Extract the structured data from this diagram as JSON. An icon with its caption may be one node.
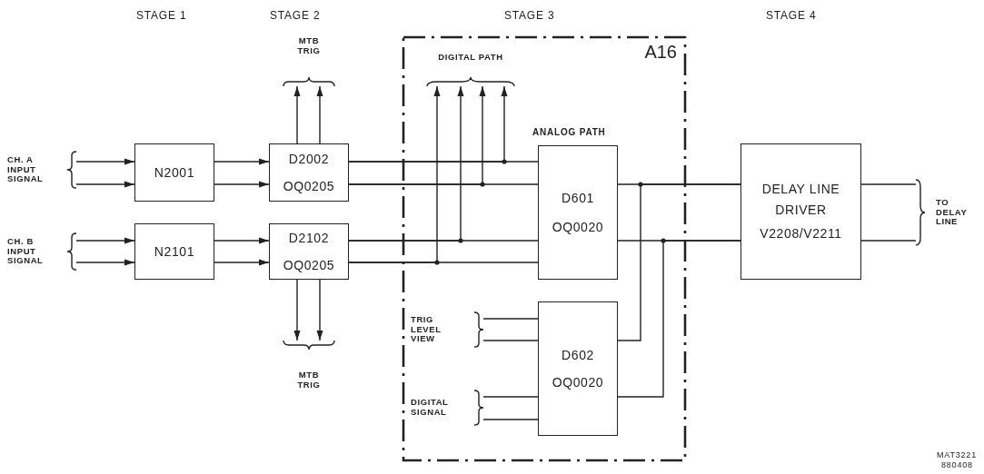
{
  "diagram": {
    "nodes": [
      {
        "text": [
          "CH. A INPUT SIGNAL"
        ]
      },
      {
        "text": [
          "N2001"
        ]
      },
      {
        "text": [
          "D2002",
          "OQ0205"
        ]
      },
      {
        "text": [
          "MTB TRIG"
        ]
      },
      {
        "text": [
          "CH. B INPUT SIGNAL"
        ]
      },
      {
        "text": [
          "N2101"
        ]
      },
      {
        "text": [
          "D2102",
          "OQ0205"
        ]
      },
      {
        "text": [
          "MTB TRIG"
        ]
      },
      {
        "text": [
          "A16"
        ]
      },
      {
        "text": [
          "DIGITAL PATH"
        ],
        "in": 8
      },
      {
        "text": [
          "ANALOG PATH",
          "D601",
          "OQ0020"
        ],
        "in": 8
      },
      {
        "text": [
          "TRIG LEVEL VIEW"
        ],
        "in": 8
      },
      {
        "text": [
          "D602",
          "OQ0020"
        ],
        "in": 8
      },
      {
        "text": [
          "DIGITAL SIGNAL"
        ],
        "in": 8
      },
      {
        "text": [
          "DELAY LINE DRIVER",
          "V2208/V2211"
        ]
      },
      {
        "text": [
          "TO DELAY LINE"
        ]
      }
    ],
    "edges": [
      {
        "from": 0,
        "to": 1,
        "arrow": "to"
      },
      {
        "from": 0,
        "to": 1,
        "arrow": "to"
      },
      {
        "from": 4,
        "to": 5,
        "arrow": "to"
      },
      {
        "from": 4,
        "to": 5,
        "arrow": "to"
      },
      {
        "from": 1,
        "to": 2,
        "arrow": "to"
      },
      {
        "from": 1,
        "to": 2,
        "arrow": "to"
      },
      {
        "from": 5,
        "to": 6,
        "arrow": "to"
      },
      {
        "from": 5,
        "to": 6,
        "arrow": "to"
      },
      {
        "from": 2,
        "to": 3,
        "arrow": "to"
      },
      {
        "from": 2,
        "to": 3,
        "arrow": "to"
      },
      {
        "from": 6,
        "to": 7,
        "arrow": "to"
      },
      {
        "from": 6,
        "to": 7,
        "arrow": "to"
      },
      {
        "from": 2,
        "to": 10,
        "arrow": "none"
      },
      {
        "from": 2,
        "to": 10,
        "arrow": "none"
      },
      {
        "from": 6,
        "to": 10,
        "arrow": "none"
      },
      {
        "from": 6,
        "to": 10,
        "arrow": "none"
      },
      {
        "from": 6,
        "to": 9,
        "arrow": "to"
      },
      {
        "from": 6,
        "to": 9,
        "arrow": "to"
      },
      {
        "from": 2,
        "to": 9,
        "arrow": "to"
      },
      {
        "from": 2,
        "to": 9,
        "arrow": "to"
      },
      {
        "from": 10,
        "to": 14,
        "arrow": "none"
      },
      {
        "from": 10,
        "to": 14,
        "arrow": "none"
      },
      {
        "from": 11,
        "to": 12,
        "arrow": "none"
      },
      {
        "from": 11,
        "to": 12,
        "arrow": "none"
      },
      {
        "from": 13,
        "to": 12,
        "arrow": "none"
      },
      {
        "from": 13,
        "to": 12,
        "arrow": "none"
      },
      {
        "from": 12,
        "to": 14,
        "arrow": "none"
      },
      {
        "from": 12,
        "to": 14,
        "arrow": "none"
      },
      {
        "from": 14,
        "to": 15,
        "arrow": "none"
      },
      {
        "from": 14,
        "to": 15,
        "arrow": "none"
      }
    ],
    "labels": [
      "STAGE 1",
      "STAGE 2",
      "STAGE 3",
      "STAGE 4",
      "MAT3221",
      "880408"
    ]
  }
}
